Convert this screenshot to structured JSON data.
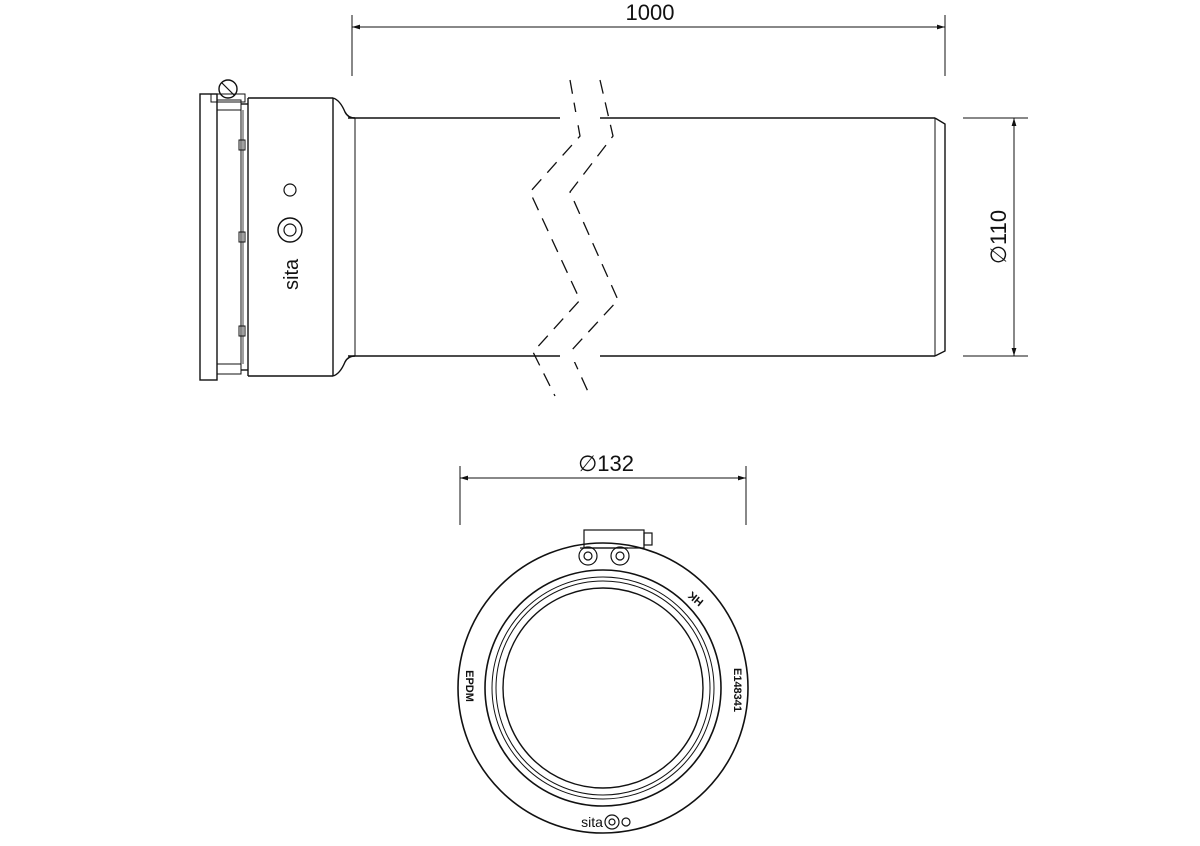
{
  "dimensions": {
    "length": "1000",
    "pipe_diameter": "∅110",
    "collar_diameter": "∅132"
  },
  "markings": {
    "brand": "sita",
    "material": "EPDM",
    "code": "E148341",
    "mark": "HK"
  },
  "icons": [
    "brand-logo-icon",
    "hose-clamp-icon",
    "break-line-icon",
    "arrowhead-icon"
  ]
}
